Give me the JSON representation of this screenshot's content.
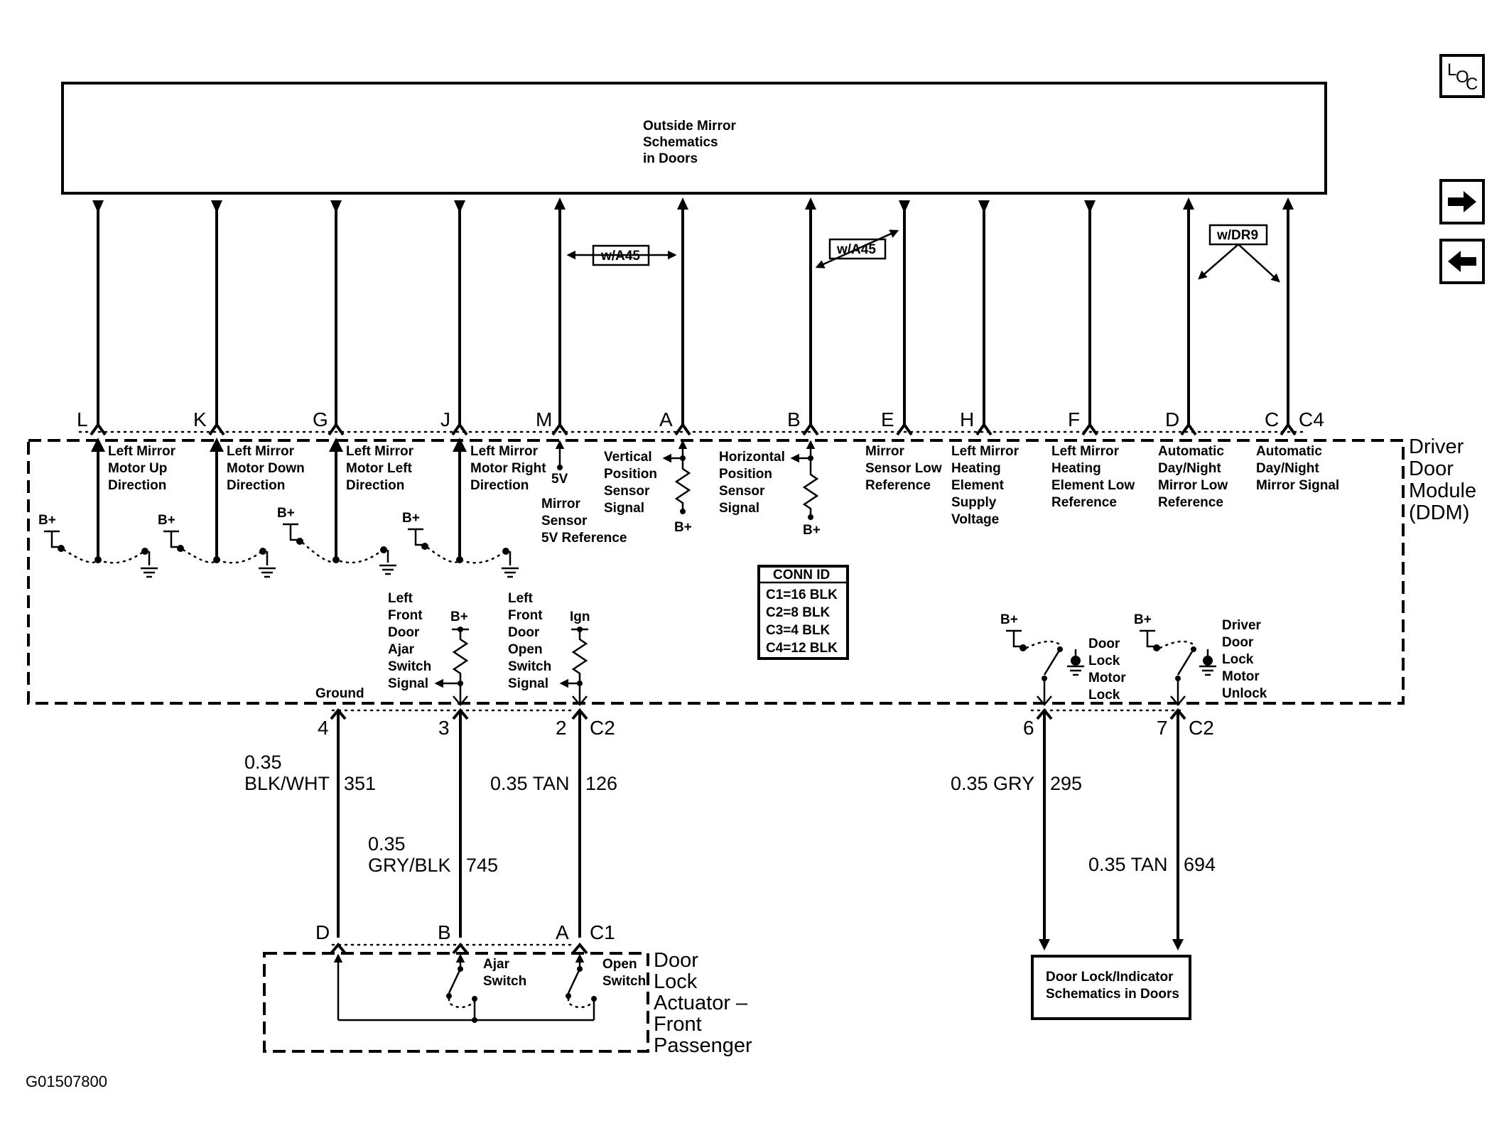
{
  "blocks": {
    "outside_mirror": {
      "line1": "Outside Mirror",
      "line2": "Schematics",
      "line3": "in Doors"
    },
    "ddm": {
      "line1": "Driver",
      "line2": "Door",
      "line3": "Module",
      "line4": "(DDM)"
    },
    "actuator": {
      "line1": "Door",
      "line2": "Lock",
      "line3": "Actuator –",
      "line4": "Front",
      "line5": "Passenger"
    },
    "door_lock_indicator": {
      "line1": "Door Lock/Indicator",
      "line2": "Schematics in Doors"
    }
  },
  "options": {
    "w_a45": "w/A45",
    "w_dr9": "w/DR9"
  },
  "pins_top": {
    "L": "L",
    "K": "K",
    "G": "G",
    "J": "J",
    "M": "M",
    "A": "A",
    "B": "B",
    "E": "E",
    "H": "H",
    "F": "F",
    "D": "D",
    "C": "C",
    "connector": "C4"
  },
  "circuits_top": {
    "L": [
      "Left Mirror",
      "Motor Up",
      "Direction"
    ],
    "K": [
      "Left Mirror",
      "Motor Down",
      "Direction"
    ],
    "G": [
      "Left Mirror",
      "Motor Left",
      "Direction"
    ],
    "J": [
      "Left Mirror",
      "Motor Right",
      "Direction"
    ],
    "M": [
      "Mirror",
      "Sensor",
      "5V Reference"
    ],
    "A": [
      "Vertical",
      "Position",
      "Sensor",
      "Signal"
    ],
    "B": [
      "Horizontal",
      "Position",
      "Sensor",
      "Signal"
    ],
    "E": [
      "Mirror",
      "Sensor Low",
      "Reference"
    ],
    "H": [
      "Left Mirror",
      "Heating",
      "Element",
      "Supply",
      "Voltage"
    ],
    "F": [
      "Left Mirror",
      "Heating",
      "Element Low",
      "Reference"
    ],
    "D": [
      "Automatic",
      "Day/Night",
      "Mirror Low",
      "Reference"
    ],
    "C": [
      "Automatic",
      "Day/Night",
      "Mirror Signal"
    ]
  },
  "labels": {
    "bplus": "B+",
    "five_v": "5V",
    "ign": "Ign",
    "ground": "Ground"
  },
  "conn_id": {
    "title": "CONN ID",
    "rows": [
      "C1=16 BLK",
      "C2=8 BLK",
      "C3=4 BLK",
      "C4=12 BLK"
    ]
  },
  "circuits_bottom": {
    "ajar": [
      "Left",
      "Front",
      "Door",
      "Ajar",
      "Switch",
      "Signal"
    ],
    "open": [
      "Left",
      "Front",
      "Door",
      "Open",
      "Switch",
      "Signal"
    ],
    "lock": [
      "Door",
      "Lock",
      "Motor",
      "Lock"
    ],
    "unlock": [
      "Driver",
      "Door",
      "Lock",
      "Motor",
      "Unlock"
    ]
  },
  "pins_c2": {
    "p4": "4",
    "p3": "3",
    "p2": "2",
    "p6": "6",
    "p7": "7",
    "connector": "C2"
  },
  "wires": {
    "w351": {
      "size": "0.35",
      "color": "BLK/WHT",
      "number": "351"
    },
    "w745": {
      "size": "0.35",
      "color": "GRY/BLK",
      "number": "745"
    },
    "w126": {
      "label": "0.35 TAN",
      "number": "126"
    },
    "w295": {
      "label": "0.35 GRY",
      "number": "295"
    },
    "w694": {
      "label": "0.35 TAN",
      "number": "694"
    }
  },
  "pins_c1": {
    "D": "D",
    "B": "B",
    "A": "A",
    "connector": "C1"
  },
  "switches": {
    "ajar": [
      "Ajar",
      "Switch"
    ],
    "open": [
      "Open",
      "Switch"
    ]
  },
  "figure_id": "G01507800",
  "nav": {
    "loc": {
      "l": "L",
      "o": "O",
      "c": "C"
    }
  }
}
